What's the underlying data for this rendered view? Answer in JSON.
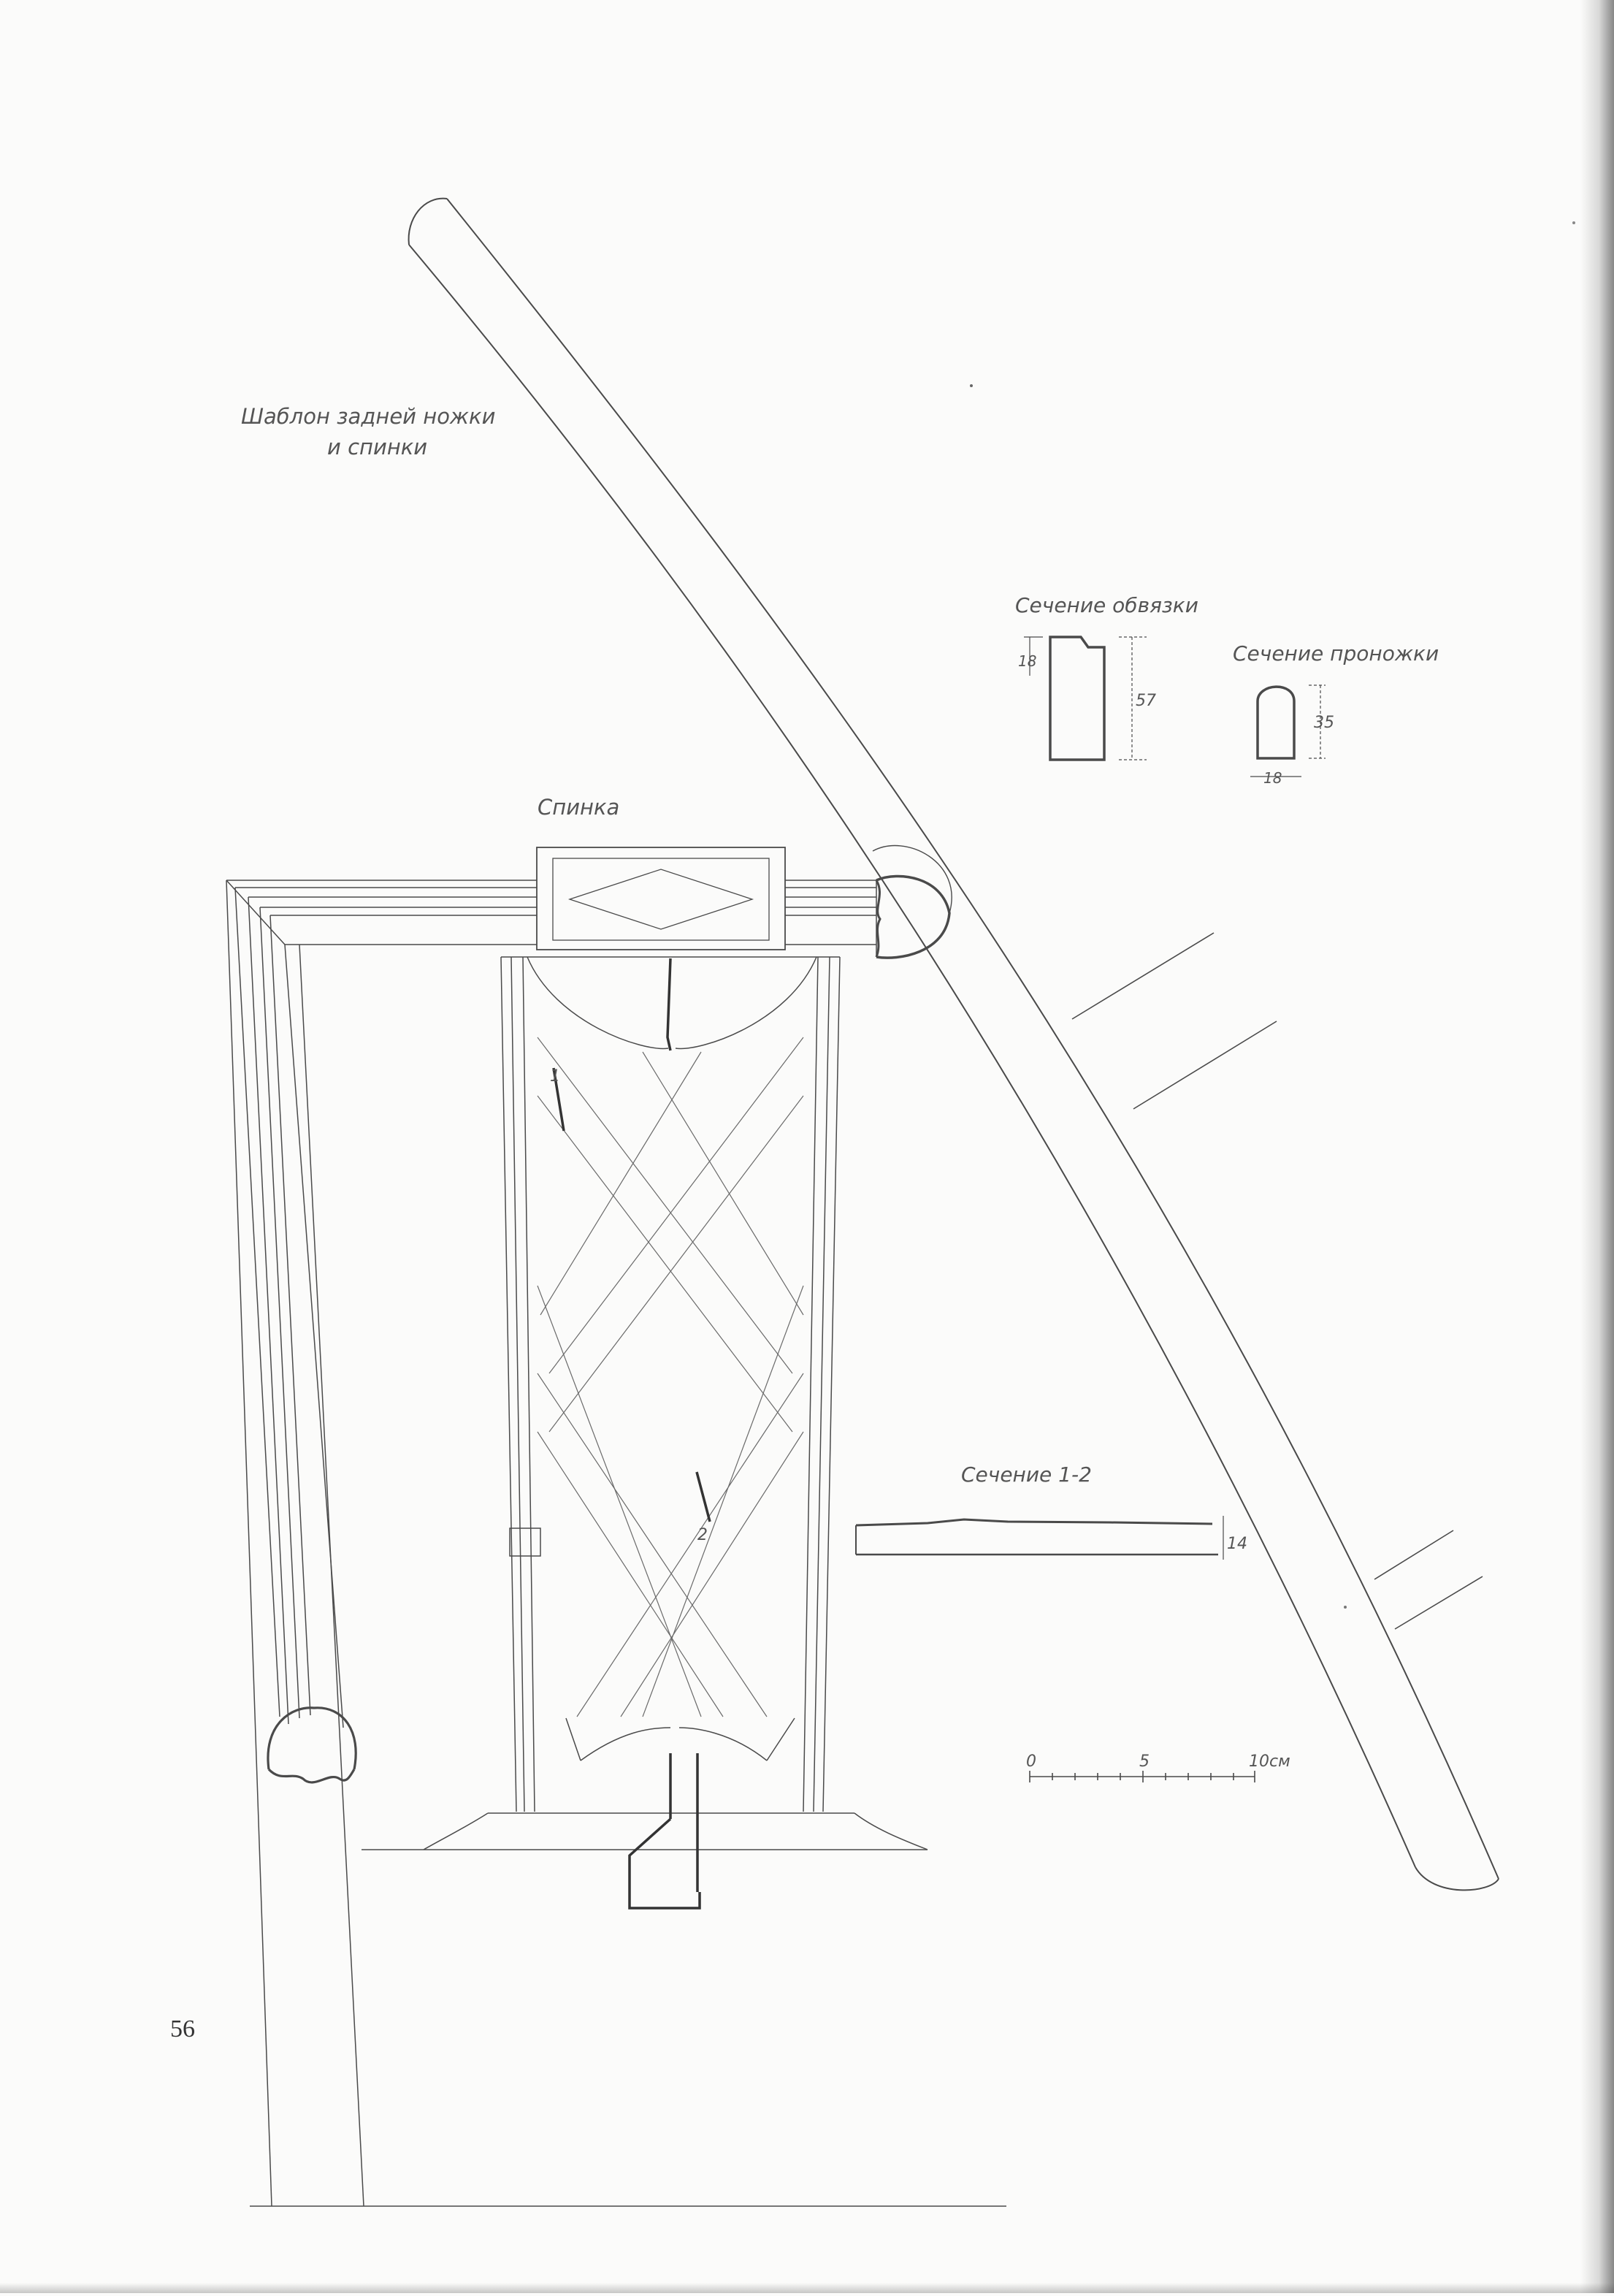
{
  "drawing": {
    "template_caption_line1": "Шаблон задней ножки",
    "template_caption_line2": "и спинки",
    "back_label": "Спинка",
    "frame_section": {
      "title": "Сечение обвязки",
      "dim_height": "57",
      "dim_top": "18"
    },
    "stretcher_section": {
      "title": "Сечение проножки",
      "dim_height": "35",
      "dim_width": "18"
    },
    "section_12": {
      "title": "Сечение 1-2",
      "dim_thickness": "14"
    },
    "section_marks": {
      "mark1": "1",
      "mark2": "2"
    },
    "scale_bar": {
      "label_0": "0",
      "label_5": "5",
      "label_10": "10см"
    }
  },
  "page_number": "56",
  "colors": {
    "line": "#4a4a4a",
    "paper": "#fbfbfa"
  }
}
